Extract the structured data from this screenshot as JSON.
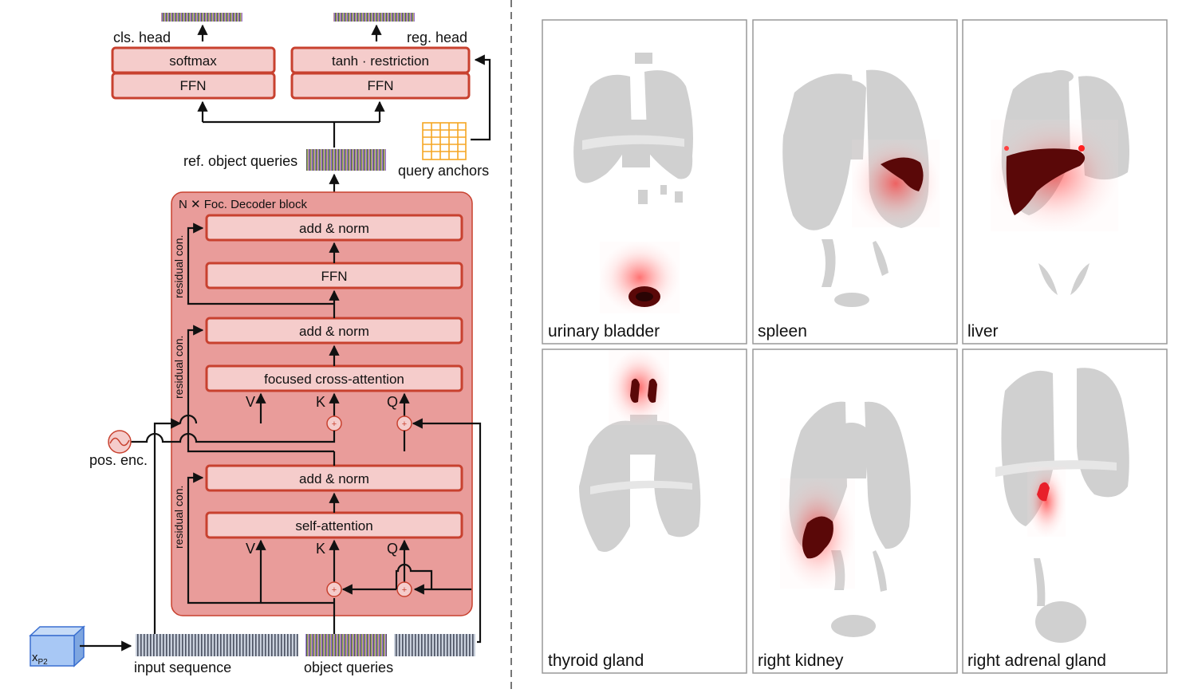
{
  "diagram": {
    "heads": {
      "cls_head": "cls. head",
      "reg_head": "reg. head",
      "softmax": "softmax",
      "tanh": "tanh · restriction",
      "ffn": "FFN"
    },
    "ref_object_queries": "ref. object queries",
    "query_anchors": "query anchors",
    "decoder_block_title": "N ✕ Foc. Decoder block",
    "blocks": {
      "add_norm": "add & norm",
      "ffn": "FFN",
      "focused_cross_attention": "focused cross-attention",
      "self_attention": "self-attention"
    },
    "residual": "residual con.",
    "inputs": {
      "v": "V",
      "k": "K",
      "q": "Q"
    },
    "plus": "+",
    "pos_enc": "pos. enc.",
    "x_base": "x",
    "x_sub": "P2",
    "input_sequence": "input sequence",
    "object_queries": "object queries"
  },
  "panels": [
    {
      "label": "urinary bladder"
    },
    {
      "label": "spleen"
    },
    {
      "label": "liver"
    },
    {
      "label": "thyroid gland"
    },
    {
      "label": "right kidney"
    },
    {
      "label": "right adrenal gland"
    }
  ],
  "colors": {
    "block_fill": "#f5cccb",
    "block_stroke": "#c8412f",
    "decoder_fill": "#e99c9a",
    "anchor": "#f5a623",
    "xp2": "#a8c8f5",
    "body_gray": "#d0d0d0",
    "heat_dark": "#5a0808",
    "heat_red": "#e8202a"
  }
}
